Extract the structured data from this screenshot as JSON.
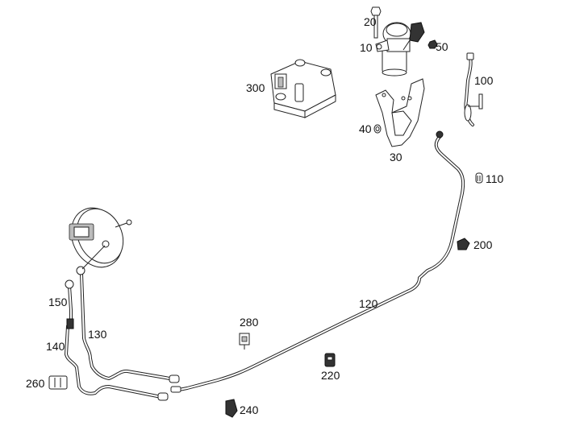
{
  "diagram": {
    "title": "Vacuum pump and vacuum lines exploded parts diagram",
    "parts": [
      {
        "id": "10",
        "name": "vacuum pump"
      },
      {
        "id": "20",
        "name": "bolt"
      },
      {
        "id": "30",
        "name": "mounting bracket"
      },
      {
        "id": "40",
        "name": "nut"
      },
      {
        "id": "50",
        "name": "nut"
      },
      {
        "id": "100",
        "name": "sensor line"
      },
      {
        "id": "110",
        "name": "clip"
      },
      {
        "id": "120",
        "name": "vacuum line"
      },
      {
        "id": "130",
        "name": "vacuum line"
      },
      {
        "id": "140",
        "name": "vacuum line"
      },
      {
        "id": "150",
        "name": "vacuum line"
      },
      {
        "id": "200",
        "name": "holder"
      },
      {
        "id": "220",
        "name": "holder"
      },
      {
        "id": "240",
        "name": "holder"
      },
      {
        "id": "260",
        "name": "holder"
      },
      {
        "id": "280",
        "name": "holder"
      },
      {
        "id": "300",
        "name": "control unit"
      }
    ]
  }
}
